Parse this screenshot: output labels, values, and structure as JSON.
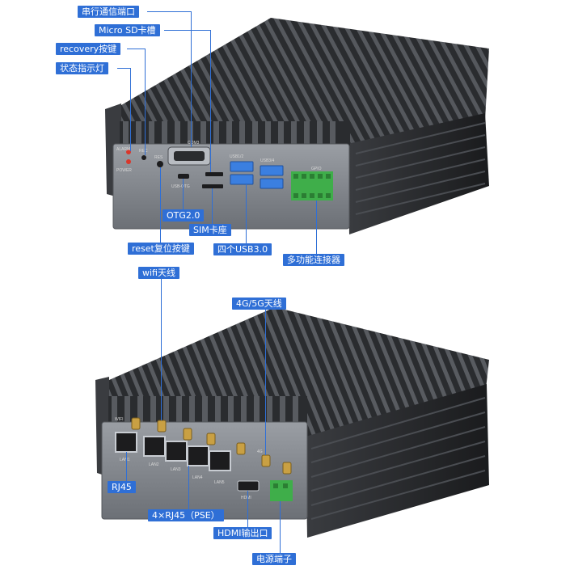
{
  "callouts": {
    "serial_port": "串行通信端口",
    "micro_sd": "Micro SD卡槽",
    "recovery_button": "recovery按键",
    "status_led": "状态指示灯",
    "otg": "OTG2.0",
    "sim": "SIM卡座",
    "reset_button": "reset复位按键",
    "usb30": "四个USB3.0",
    "multi_connector": "多功能连接器",
    "wifi_antenna": "wifi天线",
    "lte_antenna": "4G/5G天线",
    "rj45": "RJ45",
    "rj45_pse": "4×RJ45（PSE）",
    "hdmi_out": "HDMI输出口",
    "power_terminal": "电源端子"
  },
  "panel_text": {
    "com": "COM3",
    "alarm": "ALARM",
    "power": "POWER",
    "rec": "REC",
    "res": "RES",
    "usb_otg": "USB-OTG",
    "usb12": "USB1/2",
    "usb34": "USB3/4",
    "gpio": "GPIO",
    "lan1": "LAN1",
    "lan2": "LAN2",
    "lan3": "LAN3",
    "lan4": "LAN4",
    "lan5": "LAN5",
    "hdmi": "HDMI",
    "wifi": "WIFI",
    "g4": "4G"
  },
  "colors": {
    "callout_bg": "#2f6fd6",
    "chassis_dark": "#2e3033",
    "panel_gray": "#7e8288",
    "terminal_green": "#3fae4a",
    "usb_blue": "#3b7fe0"
  }
}
